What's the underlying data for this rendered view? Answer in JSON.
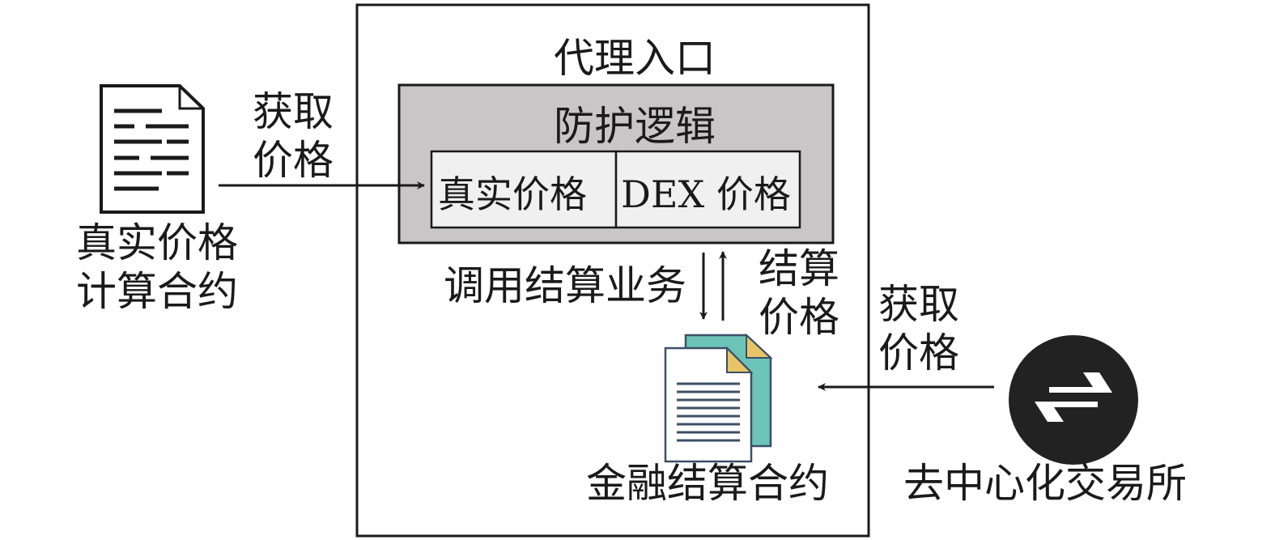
{
  "proxy": {
    "title": "代理入口"
  },
  "protection": {
    "title": "防护逻辑",
    "real_price_cell": "真实价格",
    "dex_price_cell": "DEX 价格"
  },
  "real_price_contract": {
    "line1": "真实价格",
    "line2": "计算合约"
  },
  "get_price_left": {
    "line1": "获取",
    "line2": "价格"
  },
  "call_settlement": "调用结算业务",
  "settlement_price": {
    "line1": "结算",
    "line2": "价格"
  },
  "financial_contract": "金融结算合约",
  "get_price_right": {
    "line1": "获取",
    "line2": "价格"
  },
  "dex": {
    "label": "去中心化交易所"
  },
  "icons": {
    "real_price_contract": "document-icon",
    "financial_contract": "stacked-documents-icon",
    "dex": "swap-arrows-icon"
  },
  "colors": {
    "protection_fill": "#c8c6c6",
    "cell_fill": "#f0f0f0",
    "doc_teal": "#6cc4b8",
    "doc_corner": "#e8c468",
    "doc_lines": "#3c4f66",
    "dex_circle": "#222222"
  }
}
